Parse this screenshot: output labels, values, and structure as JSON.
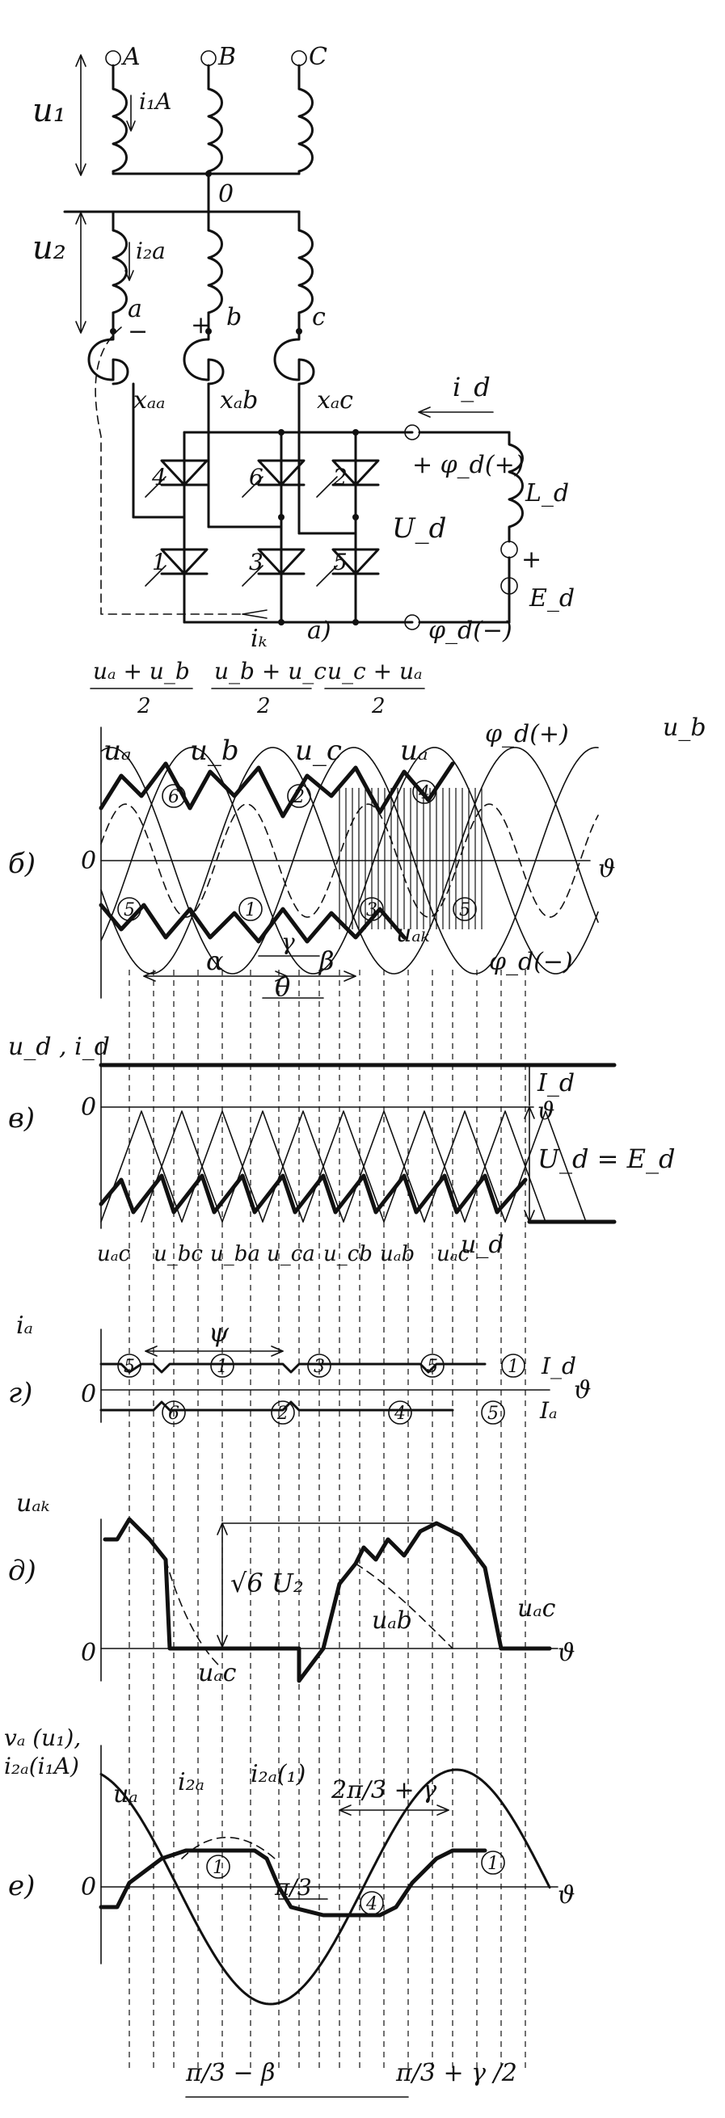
{
  "circuit": {
    "terminals": [
      "A",
      "B",
      "C"
    ],
    "primary_voltage": "u₁",
    "primary_current": "i₁A",
    "neutral": "0",
    "secondary_voltage": "u₂",
    "secondary_current": "i₂a",
    "phase_nodes": [
      "a",
      "b",
      "c"
    ],
    "minus_sign": "−",
    "plus_sign": "+",
    "reactances": [
      "xₐₐ",
      "xₐb",
      "xₐc"
    ],
    "thyristors_upper": [
      "4",
      "6",
      "2"
    ],
    "thyristors_lower": [
      "1",
      "3",
      "5"
    ],
    "load_current": "i_d",
    "phi_plus": "+ φ_d(+)",
    "inductance": "L_d",
    "output_voltage": "U_d",
    "emf": "E_d",
    "emf_sign": "+",
    "phi_minus": "φ_d(−)",
    "loop_current": "iₖ",
    "panel_label": "a)"
  },
  "panel_b": {
    "label": "б)",
    "formulas": [
      {
        "num": "uₐ + u_b",
        "den": "2"
      },
      {
        "num": "u_b + u_c",
        "den": "2"
      },
      {
        "num": "u_c + uₐ",
        "den": "2"
      }
    ],
    "wave_labels": [
      "uₐ",
      "u_b",
      "u_c",
      "uₐ",
      "u_b"
    ],
    "phi_plus": "φ_d(+)",
    "phi_minus": "φ_d(−)",
    "uak": "uₐₖ",
    "origin": "0",
    "axis": "ϑ",
    "circled_top": [
      "6",
      "2",
      "4"
    ],
    "circled_bottom": [
      "5",
      "1",
      "3",
      "5"
    ],
    "angles": [
      "α",
      "γ",
      "β",
      "θ"
    ]
  },
  "panel_v": {
    "label": "в)",
    "ylabel": "u_d , i_d",
    "origin": "0",
    "axis": "ϑ",
    "current": "I_d",
    "voltage_eq": "U_d = E_d",
    "ud": "u_d",
    "line_voltages": [
      "uₐc",
      "u_bc",
      "u_ba",
      "u_ca",
      "u_cb",
      "uₐb",
      "uₐc"
    ]
  },
  "panel_g": {
    "label": "г)",
    "ylabel": "iₐ",
    "origin": "0",
    "axis": "ϑ",
    "psi": "ψ",
    "top": [
      "5",
      "1",
      "3",
      "5",
      "1"
    ],
    "bottom": [
      "6",
      "2",
      "4",
      "5"
    ],
    "id": "I_d",
    "ia": "Iₐ"
  },
  "panel_d": {
    "label": "д)",
    "ylabel": "uₐₖ",
    "origin": "0",
    "axis": "ϑ",
    "amplitude": "√6 U₂",
    "uab": "uₐb",
    "uac_left": "uₐc",
    "uac_right": "uₐc"
  },
  "panel_e": {
    "label": "е)",
    "ylabel_1": "vₐ (u₁),",
    "ylabel_2": "i₂ₐ(i₁A)",
    "origin": "0",
    "axis": "ϑ",
    "ua": "uₐ",
    "i2a": "i₂ₐ",
    "i2a1": "i₂ₐ(₁)",
    "angle_top": "2π/3 + γ",
    "pi3": "π/3",
    "circled": [
      "1",
      "4",
      "1"
    ],
    "bottom_left": "π/3 − β",
    "bottom_right": "π/3 + γ /2"
  }
}
